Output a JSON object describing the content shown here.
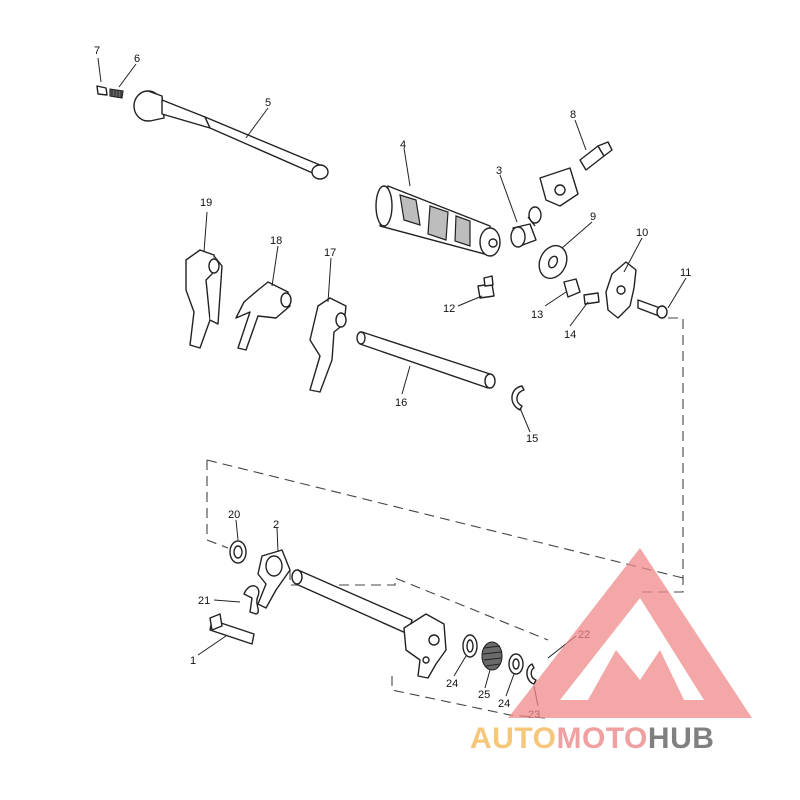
{
  "callouts": [
    "1",
    "2",
    "3",
    "4",
    "5",
    "6",
    "7",
    "8",
    "9",
    "10",
    "11",
    "12",
    "13",
    "14",
    "15",
    "16",
    "17",
    "18",
    "19",
    "20",
    "21",
    "22",
    "23",
    "24",
    "24",
    "25"
  ],
  "watermark": {
    "word_a": "AUTO",
    "word_b": "MOTO",
    "word_c": "HUB",
    "color_a": "#f5c77a",
    "color_b": "#f0a0a0",
    "color_c": "#808080",
    "logo_color": "#ef8a8a"
  }
}
